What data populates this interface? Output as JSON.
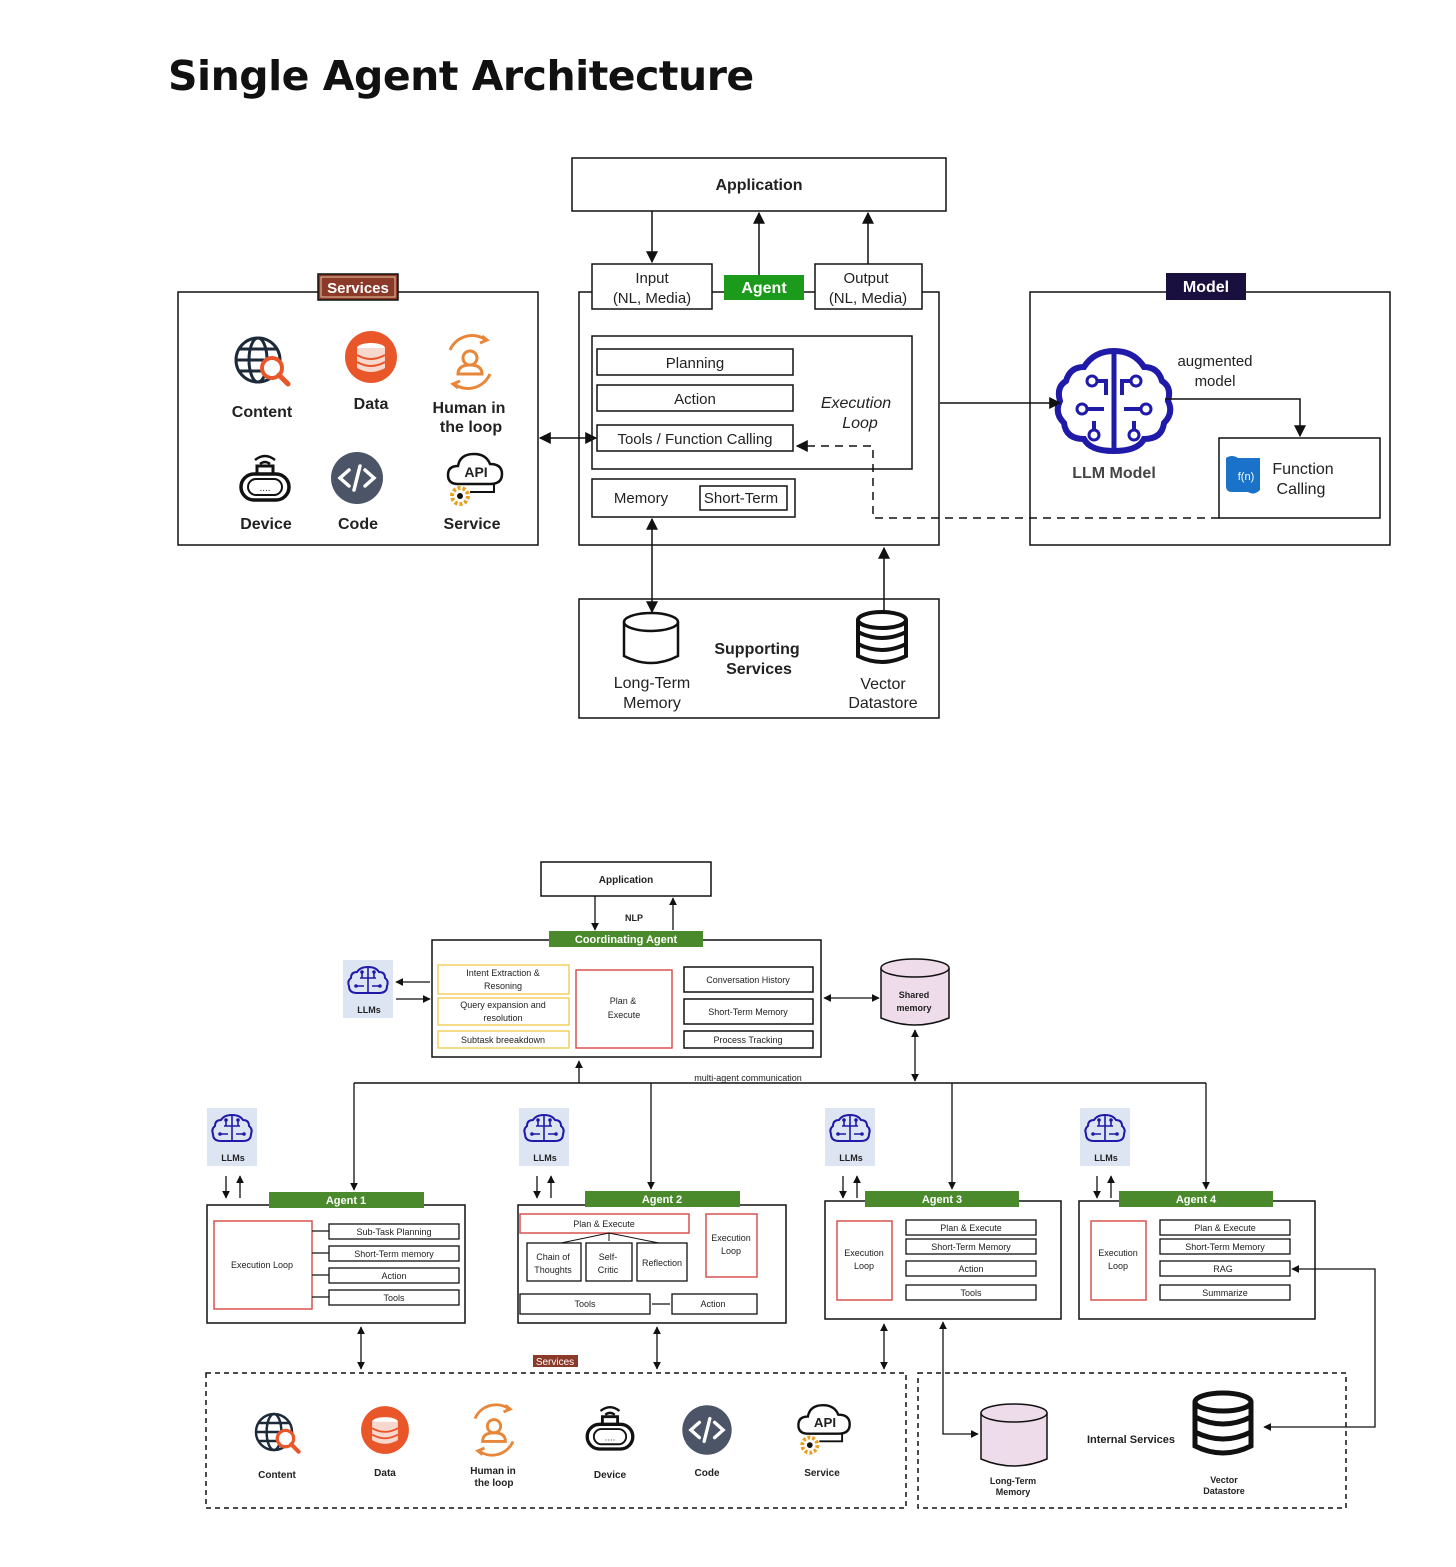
{
  "title": "Single Agent Architecture",
  "top": {
    "application": "Application",
    "agent": "Agent",
    "input": [
      "Input",
      "(NL, Media)"
    ],
    "output": [
      "Output",
      "(NL, Media)"
    ],
    "planning": "Planning",
    "action": "Action",
    "tools": "Tools / Function Calling",
    "execution_loop": [
      "Execution",
      "Loop"
    ],
    "memory": "Memory",
    "short_term": "Short-Term",
    "services_label": "Services",
    "services": {
      "content": "Content",
      "data": "Data",
      "human": [
        "Human in",
        "the loop"
      ],
      "device": "Device",
      "code": "Code",
      "service": "Service"
    },
    "model_label": "Model",
    "augmented": [
      "augmented",
      "model"
    ],
    "llm_model": "LLM Model",
    "function_calling": [
      "Function",
      "Calling"
    ],
    "fn_icon_text": "f(n)",
    "supporting": [
      "Supporting",
      "Services"
    ],
    "long_term": [
      "Long-Term",
      "Memory"
    ],
    "vector": [
      "Vector",
      "Datastore"
    ]
  },
  "bottom": {
    "application": "Application",
    "nlp": "NLP",
    "coordinating_agent": "Coordinating Agent",
    "intent": [
      "Intent Extraction &",
      "Resoning"
    ],
    "query": [
      "Query expansion and",
      "resolution"
    ],
    "subtask": "Subtask breeakdown",
    "plan_execute": [
      "Plan &",
      "Execute"
    ],
    "conversation_history": "Conversation History",
    "short_term_memory": "Short-Term Memory",
    "process_tracking": "Process Tracking",
    "llms": "LLMs",
    "shared_memory": [
      "Shared",
      "memory"
    ],
    "multi_agent": "multi-agent communication",
    "agent1": {
      "label": "Agent 1",
      "loop": "Execution Loop",
      "items": [
        "Sub-Task Planning",
        "Short-Term memory",
        "Action",
        "Tools"
      ]
    },
    "agent2": {
      "label": "Agent 2",
      "plan": "Plan & Execute",
      "cot": [
        "Chain of",
        "Thoughts"
      ],
      "critic": [
        "Self-",
        "Critic"
      ],
      "reflection": "Reflection",
      "loop": [
        "Execution",
        "Loop"
      ],
      "tools": "Tools",
      "action": "Action"
    },
    "agent3": {
      "label": "Agent 3",
      "loop": [
        "Execution",
        "Loop"
      ],
      "items": [
        "Plan & Execute",
        "Short-Term Memory",
        "Action",
        "Tools"
      ]
    },
    "agent4": {
      "label": "Agent  4",
      "loop": [
        "Execution",
        "Loop"
      ],
      "items": [
        "Plan & Execute",
        "Short-Term Memory",
        "RAG",
        "Summarize"
      ]
    },
    "services_label": "Services",
    "services": {
      "content": "Content",
      "data": "Data",
      "human": [
        "Human in",
        "the loop"
      ],
      "device": "Device",
      "code": "Code",
      "service": "Service"
    },
    "internal_services": "Internal Services",
    "long_term": [
      "Long-Term",
      "Memory"
    ],
    "vector": [
      "Vector",
      "Datastore"
    ]
  },
  "colors": {
    "agent_green": "#4a8a2c",
    "agent_green_bright": "#1c9a1c",
    "services_brown": "#8b3a2a",
    "model_navy": "#1a1040",
    "llm_blue": "#1f1aa8",
    "data_orange": "#e8562a",
    "code_slate": "#4b5567",
    "red_box": "#d9534f",
    "yellow_box": "#f0d060",
    "shared_mem_pink": "#eedcea",
    "llm_tile": "#dde4f2"
  }
}
